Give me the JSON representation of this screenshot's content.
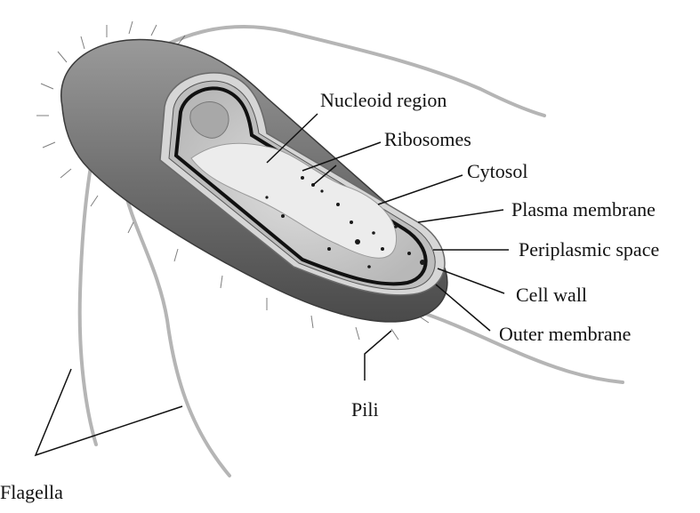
{
  "labels": {
    "nucleoid": "Nucleoid region",
    "ribosomes": "Ribosomes",
    "cytosol": "Cytosol",
    "plasma_membrane": "Plasma membrane",
    "periplasmic_space": "Periplasmic space",
    "cell_wall": "Cell wall",
    "outer_membrane": "Outer membrane",
    "pili": "Pili",
    "flagella": "Flagella"
  },
  "colors": {
    "body_dark": "#5a5a5a",
    "body_mid": "#8c8c8c",
    "cytosol_fill": "#cfcfcf",
    "nucleoid_fill": "#eeeeee",
    "membrane": "#111111",
    "line": "#111111"
  },
  "icons": [
    "bacterium-cutaway-illustration"
  ]
}
